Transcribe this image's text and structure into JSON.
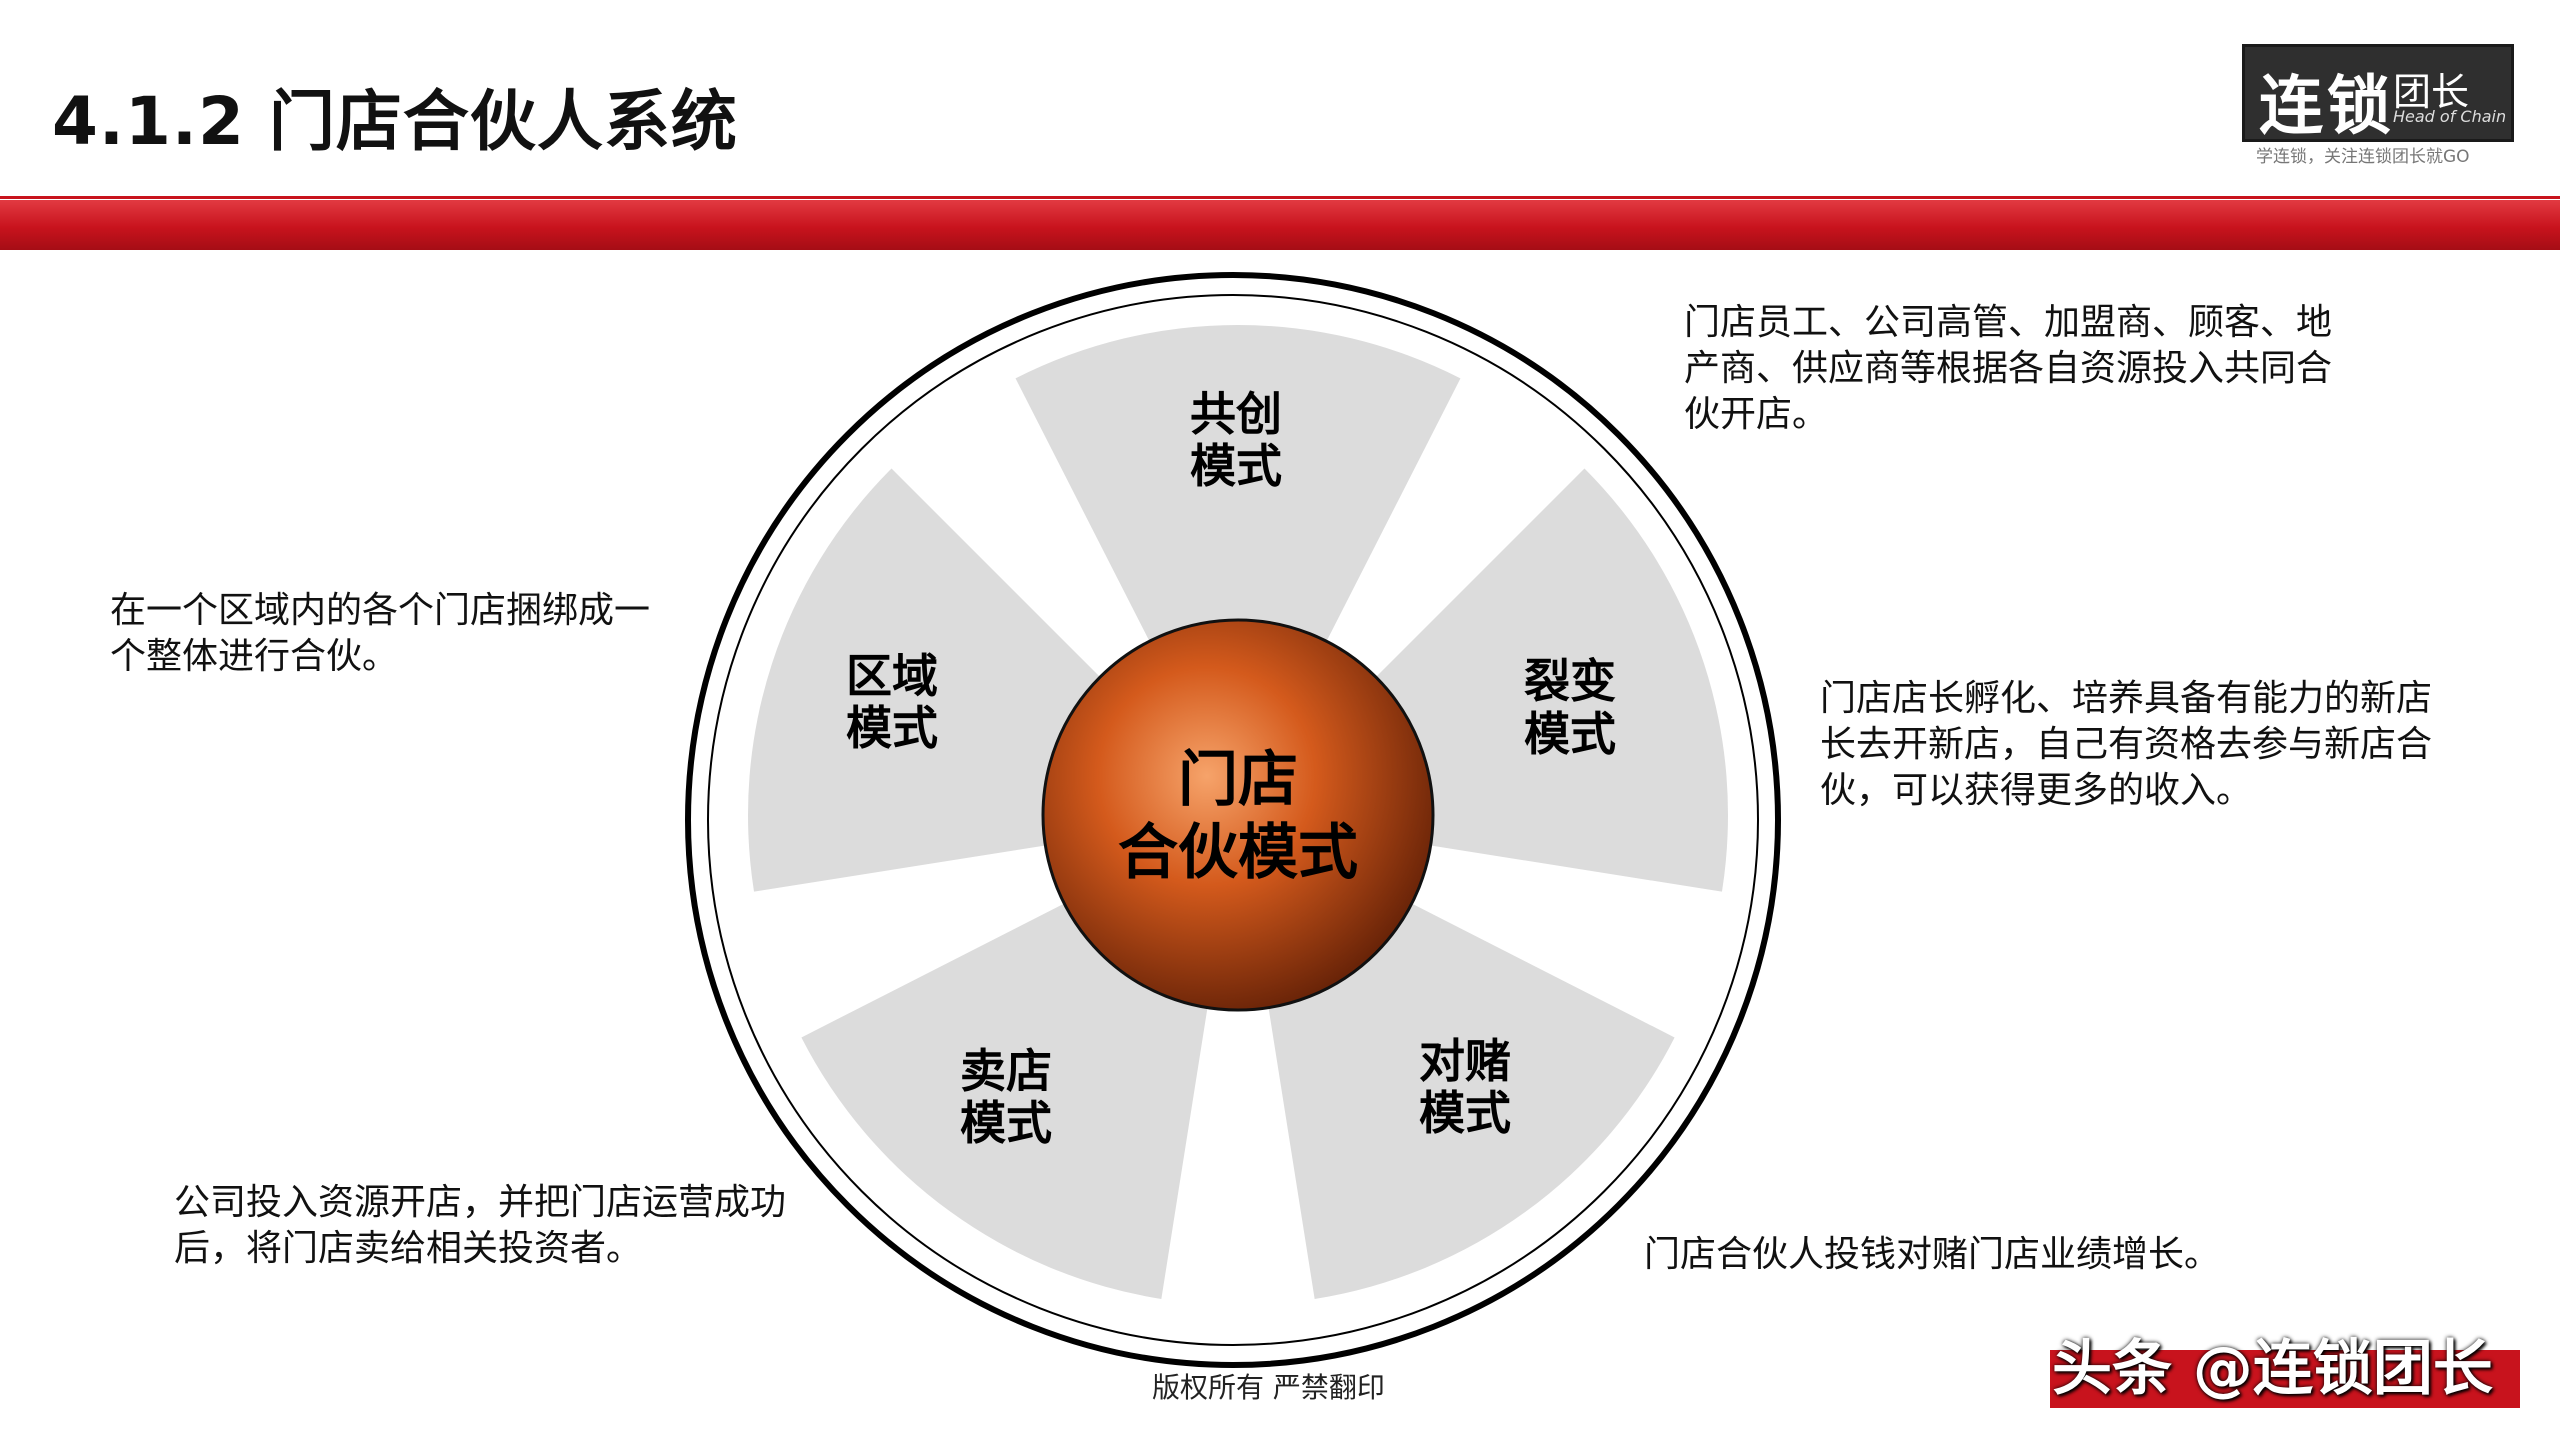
{
  "header": {
    "title": "4.1.2  门店合伙人系统"
  },
  "logo": {
    "main": "连锁",
    "sub": "团长",
    "en": "Head of Chain",
    "tagline": "学连锁，关注连锁团长就GO"
  },
  "diagram": {
    "center_line1": "门店",
    "center_line2": "合伙模式",
    "segments": [
      {
        "line1": "共创",
        "line2": "模式"
      },
      {
        "line1": "裂变",
        "line2": "模式"
      },
      {
        "line1": "对赌",
        "line2": "模式"
      },
      {
        "line1": "卖店",
        "line2": "模式"
      },
      {
        "line1": "区域",
        "line2": "模式"
      }
    ]
  },
  "descriptions": {
    "gongchuang": [
      "门店员工、公司高管、加盟商、顾客、地",
      "产商、供应商等根据各自资源投入共同合",
      "伙开店。"
    ],
    "liebian": [
      "门店店长孵化、培养具备有能力的新店",
      "长去开新店，自己有资格去参与新店合",
      "伙，可以获得更多的收入。"
    ],
    "duidu": [
      "门店合伙人投钱对赌门店业绩增长。"
    ],
    "maidian": [
      "公司投入资源开店，并把门店运营成功",
      "后，将门店卖给相关投资者。"
    ],
    "quyu": [
      "在一个区域内的各个门店捆绑成一",
      "个整体进行合伙。"
    ]
  },
  "footer": {
    "copyright": "版权所有  严禁翻印"
  },
  "watermark": {
    "text": "头条 @连锁团长"
  }
}
